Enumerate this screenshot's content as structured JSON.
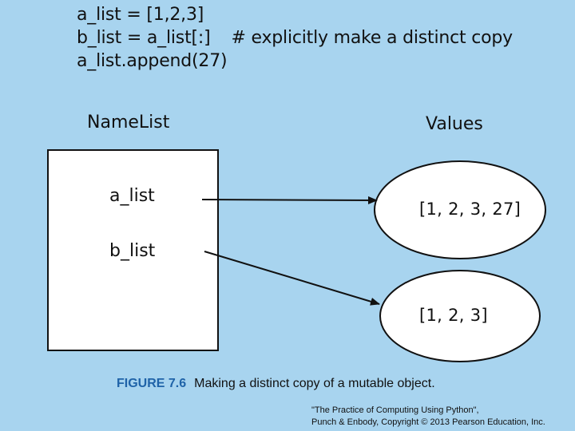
{
  "code": {
    "line1": "a_list = [1,2,3]",
    "line2_code": "b_list = a_list[:]",
    "line2_comment": "# explicitly make a distinct copy",
    "line3": "a_list.append(27)"
  },
  "diagram": {
    "namelist_heading": "NameList",
    "values_heading": "Values",
    "names": [
      "a_list",
      "b_list"
    ],
    "values": [
      "[1, 2, 3, 27]",
      "[1, 2, 3]"
    ]
  },
  "caption": {
    "figure_number": "FIGURE 7.6",
    "text": "Making a distinct copy of a mutable object."
  },
  "credit": {
    "line1": "\"The Practice of Computing Using Python\",",
    "line2": "Punch & Enbody, Copyright © 2013 Pearson Education, Inc."
  },
  "colors": {
    "background": "#a8d4ef",
    "figure_number": "#1f63a8"
  }
}
